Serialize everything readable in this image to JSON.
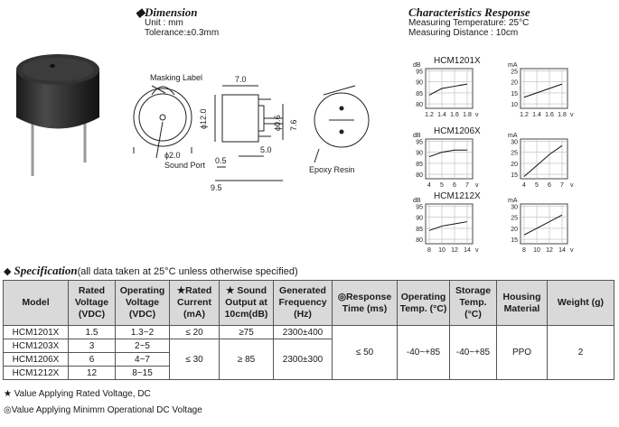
{
  "dimension": {
    "title": "Dimension",
    "unit": "Unit : mm",
    "tolerance": "Tolerance:±0.3mm",
    "labels": {
      "masking_label": "Masking Label",
      "sound_port": "Sound Port",
      "epoxy_resin": "Epoxy Resin",
      "d12": "ϕ12.0",
      "d2": "ϕ2.0",
      "d06": "ϕ0.6",
      "len7": "7.0",
      "len76": "7.6",
      "len5": "5.0",
      "len05": "0.5",
      "len95": "9.5"
    }
  },
  "characteristics": {
    "title": "Characteristics Response",
    "temp": "Measuring Temperature: 25°C",
    "distance": "Measuring Distance : 10cm",
    "units": {
      "db": "dB",
      "ma": "mA",
      "v": "v"
    }
  },
  "chart_data": [
    {
      "type": "line",
      "model": "HCM1201X",
      "ylabel": "dB",
      "xlabel": "v",
      "x": [
        1.2,
        1.4,
        1.6,
        1.8
      ],
      "y": [
        84,
        87,
        88,
        89
      ],
      "yticks": [
        80,
        85,
        90,
        95
      ],
      "ylim": [
        78,
        96
      ]
    },
    {
      "type": "line",
      "model": "HCM1201X",
      "ylabel": "mA",
      "xlabel": "v",
      "x": [
        1.2,
        1.4,
        1.6,
        1.8
      ],
      "y": [
        13,
        15,
        17,
        19
      ],
      "yticks": [
        10,
        15,
        20,
        25
      ],
      "ylim": [
        8,
        26
      ]
    },
    {
      "type": "line",
      "model": "HCM1206X",
      "ylabel": "dB",
      "xlabel": "v",
      "x": [
        4,
        5,
        6,
        7
      ],
      "y": [
        88,
        90,
        91,
        91
      ],
      "yticks": [
        80,
        85,
        90,
        95
      ],
      "ylim": [
        78,
        96
      ]
    },
    {
      "type": "line",
      "model": "HCM1206X",
      "ylabel": "mA",
      "xlabel": "v",
      "x": [
        4,
        5,
        6,
        7
      ],
      "y": [
        14,
        19,
        24,
        28
      ],
      "yticks": [
        15,
        20,
        25,
        30
      ],
      "ylim": [
        13,
        31
      ]
    },
    {
      "type": "line",
      "model": "HCM1212X",
      "ylabel": "dB",
      "xlabel": "v",
      "x": [
        8,
        10,
        12,
        14
      ],
      "y": [
        84,
        86,
        87,
        88
      ],
      "yticks": [
        80,
        85,
        90,
        95
      ],
      "ylim": [
        78,
        96
      ]
    },
    {
      "type": "line",
      "model": "HCM1212X",
      "ylabel": "mA",
      "xlabel": "v",
      "x": [
        8,
        10,
        12,
        14
      ],
      "y": [
        17,
        20,
        23,
        26
      ],
      "yticks": [
        15,
        20,
        25,
        30
      ],
      "ylim": [
        13,
        31
      ]
    }
  ],
  "spec": {
    "title": "Specification",
    "subtitle": "(all data taken at 25°C unless otherwise specified)",
    "headers": [
      "Model",
      "Rated Voltage (VDC)",
      "Operating Voltage (VDC)",
      "★Rated Current (mA)",
      "★ Sound Output at 10cm(dB)",
      "Generated Frequency (Hz)",
      "◎Response Time (ms)",
      "Operating Temp. (°C)",
      "Storage Temp. (°C)",
      "Housing Material",
      "Weight (g)"
    ],
    "rows": [
      {
        "model": "HCM1201X",
        "rated": "1.5",
        "operating": "1.3~2"
      },
      {
        "model": "HCM1203X",
        "rated": "3",
        "operating": "2~5"
      },
      {
        "model": "HCM1206X",
        "rated": "6",
        "operating": "4~7"
      },
      {
        "model": "HCM1212X",
        "rated": "12",
        "operating": "8~15"
      }
    ],
    "current_a": "≤ 20",
    "sound_a": "≥75",
    "freq_a": "2300±400",
    "current_b": "≤ 30",
    "sound_b": "≥ 85",
    "freq_b": "2300±300",
    "response": "≤ 50",
    "op_temp": "-40~+85",
    "storage_temp": "-40~+85",
    "housing": "PPO",
    "weight": "2"
  },
  "notes": {
    "star": "★ Value Applying Rated Voltage, DC",
    "circle": "◎Value Applying Minimm Operational DC Voltage"
  }
}
